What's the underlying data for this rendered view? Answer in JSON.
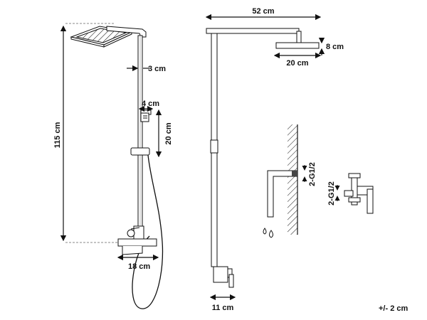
{
  "dimensions": {
    "total_height": "115 cm",
    "bar_width": "3 cm",
    "hand_shower_width": "4 cm",
    "hand_shower_height": "20 cm",
    "mixer_width": "18 cm",
    "arm_length": "52 cm",
    "head_height": "8 cm",
    "head_width": "20 cm",
    "mixer_depth": "11 cm",
    "connection_1": "2-G1/2",
    "connection_2": "2-G1/2",
    "tolerance": "+/- 2 cm"
  },
  "colors": {
    "line": "#111111",
    "dashed": "#888888",
    "fill_dark": "#444444"
  }
}
